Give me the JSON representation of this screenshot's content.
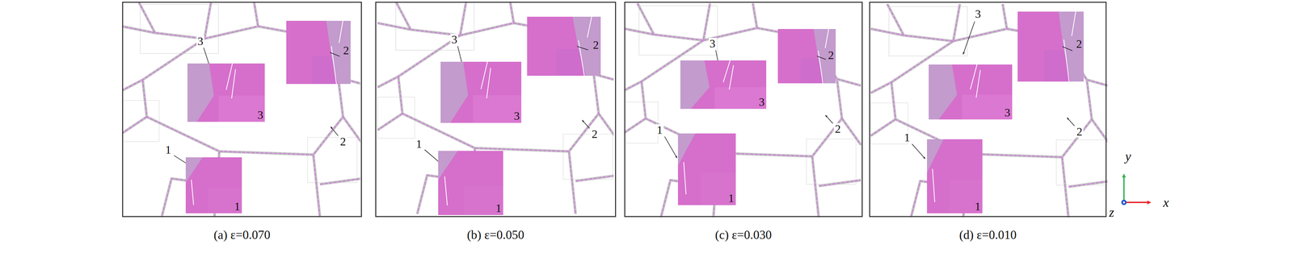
{
  "diagram": {
    "nodes": [
      {
        "text": [
          "(a) ε=0.070"
        ]
      },
      {
        "text": [
          "3"
        ],
        "in": 0
      },
      {
        "text": [
          "2"
        ],
        "in": 0
      },
      {
        "text": [
          "1"
        ],
        "in": 0
      },
      {
        "text": [
          "(b) ε=0.050"
        ]
      },
      {
        "text": [
          "3"
        ],
        "in": 4
      },
      {
        "text": [
          "2"
        ],
        "in": 4
      },
      {
        "text": [
          "1"
        ],
        "in": 4
      },
      {
        "text": [
          "(c) ε=0.030"
        ]
      },
      {
        "text": [
          "3"
        ],
        "in": 8
      },
      {
        "text": [
          "2"
        ],
        "in": 8
      },
      {
        "text": [
          "1"
        ],
        "in": 8
      },
      {
        "text": [
          "(d) ε=0.010"
        ]
      },
      {
        "text": [
          "3"
        ],
        "in": 12
      },
      {
        "text": [
          "2"
        ],
        "in": 12
      },
      {
        "text": [
          "1"
        ],
        "in": 12
      }
    ],
    "labels": [
      "3",
      "2",
      "1",
      "3",
      "2",
      "1",
      "3",
      "2",
      "1",
      "3",
      "2",
      "1",
      "y",
      "z",
      "x"
    ]
  }
}
